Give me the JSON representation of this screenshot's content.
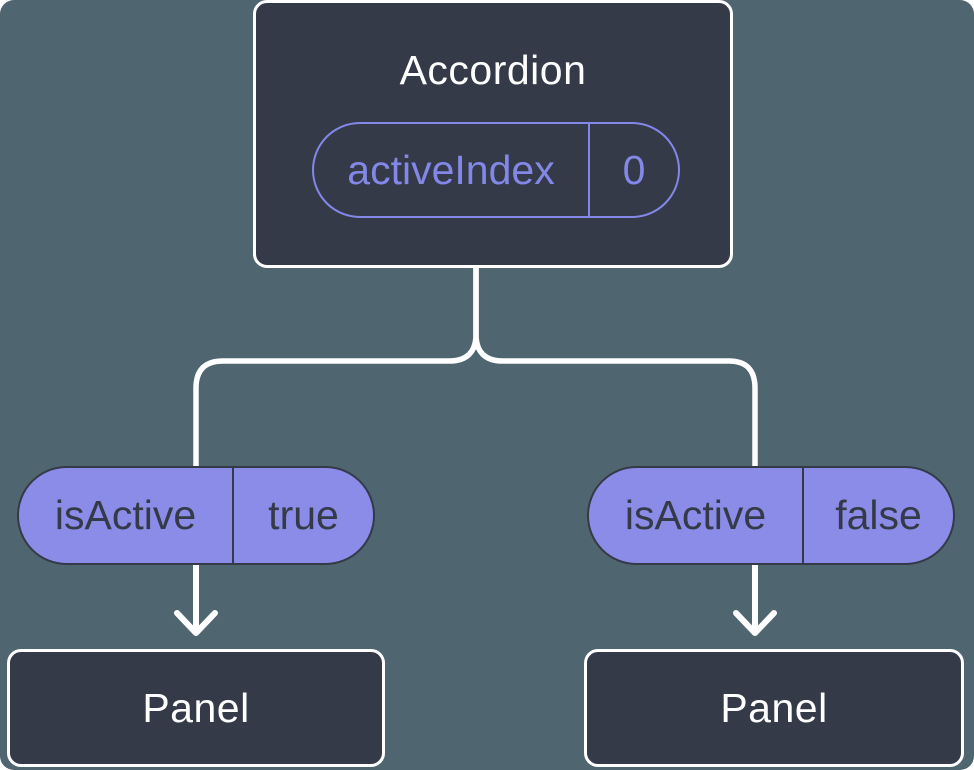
{
  "diagram": {
    "background_color": "#4F6570",
    "node_color": "#343A47",
    "wire_color": "#FFFFFF",
    "title_text_color": "#FFFFFF",
    "pill_fill_color": "#8B8CE8",
    "pill_accent_color": "#8388E8",
    "dark_text_color": "#343A47"
  },
  "root": {
    "title": "Accordion",
    "prop": {
      "name": "activeIndex",
      "value": "0"
    }
  },
  "children": [
    {
      "prop": {
        "name": "isActive",
        "value": "true"
      },
      "node": {
        "title": "Panel"
      }
    },
    {
      "prop": {
        "name": "isActive",
        "value": "false"
      },
      "node": {
        "title": "Panel"
      }
    }
  ]
}
